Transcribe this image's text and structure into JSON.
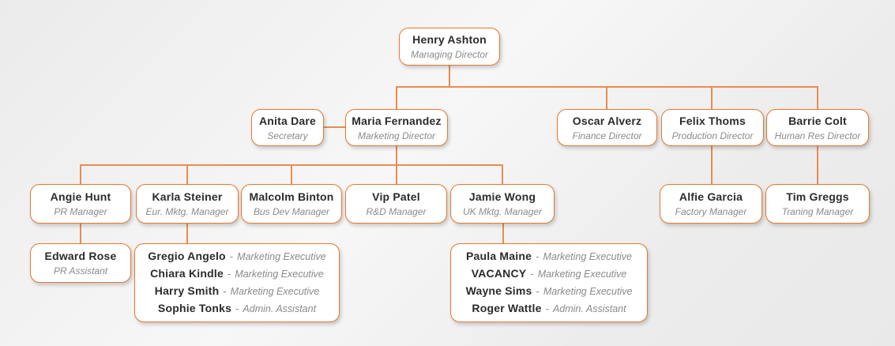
{
  "sep": "-",
  "colors": {
    "accent": "#E6792F",
    "connector_line": "#EA8C4F",
    "name_text": "#2B2B2B",
    "title_text": "#8A8A8A",
    "box_background": "#FFFFFF",
    "page_background": "#EDEDED"
  },
  "nodes": {
    "henry": {
      "name": "Henry Ashton",
      "title": "Managing Director"
    },
    "anita": {
      "name": "Anita Dare",
      "title": "Secretary"
    },
    "maria": {
      "name": "Maria Fernandez",
      "title": "Marketing Director"
    },
    "oscar": {
      "name": "Oscar Alverz",
      "title": "Finance Director"
    },
    "felix": {
      "name": "Felix Thoms",
      "title": "Production Director"
    },
    "barrie": {
      "name": "Barrie Colt",
      "title": "Human Res Director"
    },
    "angie": {
      "name": "Angie Hunt",
      "title": "PR Manager"
    },
    "karla": {
      "name": "Karla Steiner",
      "title": "Eur. Mktg. Manager"
    },
    "malcolm": {
      "name": "Malcolm Binton",
      "title": "Bus Dev Manager"
    },
    "vip": {
      "name": "Vip Patel",
      "title": "R&D Manager"
    },
    "jamie": {
      "name": "Jamie Wong",
      "title": "UK Mktg. Manager"
    },
    "alfie": {
      "name": "Alfie Garcia",
      "title": "Factory Manager"
    },
    "tim": {
      "name": "Tim Greggs",
      "title": "Traning Manager"
    },
    "edward": {
      "name": "Edward Rose",
      "title": "PR Assistant"
    }
  },
  "groups": {
    "eur_team": {
      "members": [
        {
          "name": "Gregio Angelo",
          "role": "Marketing Executive"
        },
        {
          "name": "Chiara Kindle",
          "role": "Marketing Executive"
        },
        {
          "name": "Harry Smith",
          "role": "Marketing Executive"
        },
        {
          "name": "Sophie Tonks",
          "role": "Admin. Assistant"
        }
      ]
    },
    "uk_team": {
      "members": [
        {
          "name": "Paula Maine",
          "role": "Marketing Executive"
        },
        {
          "name": "VACANCY",
          "role": "Marketing Executive"
        },
        {
          "name": "Wayne Sims",
          "role": "Marketing Executive"
        },
        {
          "name": "Roger Wattle",
          "role": "Admin. Assistant"
        }
      ]
    }
  }
}
